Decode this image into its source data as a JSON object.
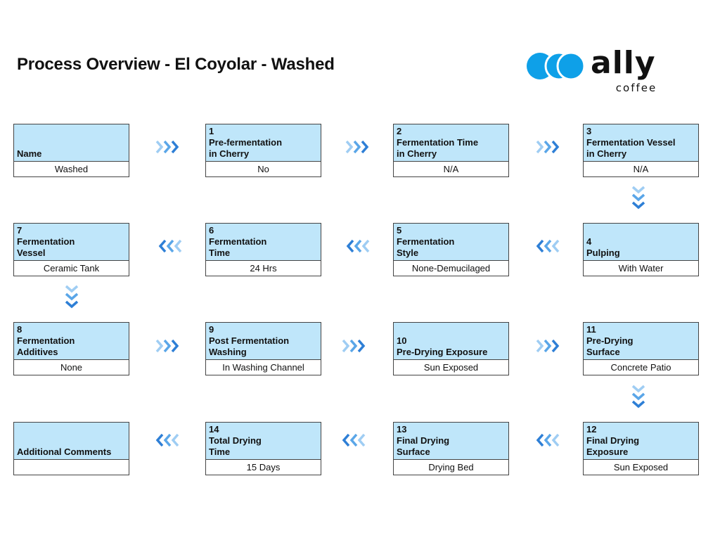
{
  "title": "Process Overview - El Coyolar - Washed",
  "logo": {
    "word": "ally",
    "sub": "coffee",
    "dot_color": "#0ea0e8"
  },
  "colors": {
    "box_fill": "#bfe6fa",
    "arrow_dark": "#2e7fd6",
    "arrow_mid": "#5aa6e8",
    "arrow_light": "#9fcdf3"
  },
  "steps": [
    {
      "num": "",
      "label": "Name",
      "value": "Washed"
    },
    {
      "num": "1",
      "label": "Pre-fermentation\nin Cherry",
      "value": "No"
    },
    {
      "num": "2",
      "label": "Fermentation Time\nin Cherry",
      "value": "N/A"
    },
    {
      "num": "3",
      "label": "Fermentation Vessel\nin Cherry",
      "value": "N/A"
    },
    {
      "num": "4",
      "label": "Pulping",
      "value": "With Water"
    },
    {
      "num": "5",
      "label": "Fermentation\nStyle",
      "value": "None-Demucilaged"
    },
    {
      "num": "6",
      "label": "Fermentation\nTime",
      "value": "24 Hrs"
    },
    {
      "num": "7",
      "label": "Fermentation\nVessel",
      "value": "Ceramic Tank"
    },
    {
      "num": "8",
      "label": "Fermentation\nAdditives",
      "value": "None"
    },
    {
      "num": "9",
      "label": "Post Fermentation\nWashing",
      "value": "In Washing Channel"
    },
    {
      "num": "10",
      "label": "Pre-Drying Exposure",
      "value": "Sun Exposed"
    },
    {
      "num": "11",
      "label": "Pre-Drying\nSurface",
      "value": "Concrete Patio"
    },
    {
      "num": "12",
      "label": "Final Drying\nExposure",
      "value": "Sun Exposed"
    },
    {
      "num": "13",
      "label": "Final Drying\nSurface",
      "value": "Drying Bed"
    },
    {
      "num": "14",
      "label": "Total Drying\nTime",
      "value": "15 Days"
    },
    {
      "num": "",
      "label": "Additional Comments",
      "value": ""
    }
  ]
}
